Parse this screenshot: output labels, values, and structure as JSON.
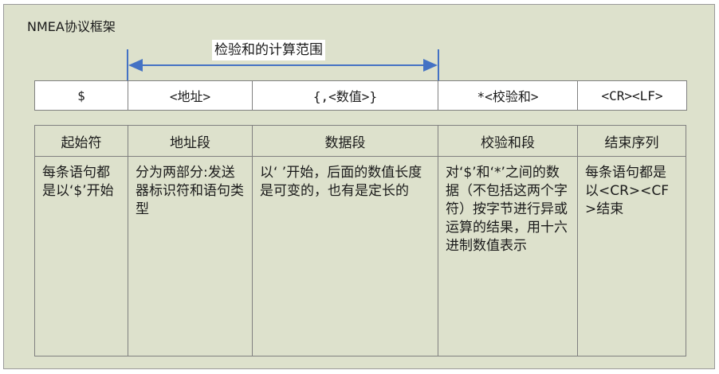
{
  "diagram": {
    "title": "NMEA协议框架",
    "checksum_range_label": "检验和的计算范围",
    "colors": {
      "background": "#dde1cc",
      "arrow": "#4472c4",
      "format_row_bg": "#ffffff",
      "border": "#808080"
    },
    "format_row": [
      {
        "label": "$"
      },
      {
        "label": "<地址>"
      },
      {
        "label": "{,<数值>}"
      },
      {
        "label": "*<校验和>"
      },
      {
        "label": "<CR><LF>"
      }
    ],
    "description_table": {
      "headers": [
        "起始符",
        "地址段",
        "数据段",
        "校验和段",
        "结束序列"
      ],
      "cells": [
        "每条语句都是以‘$’开始",
        "分为两部分:发送器标识符和语句类型",
        "以‘ ’开始，后面的数值长度是可变的，也有是定长的",
        "对‘$’和‘*’之间的数据（不包括这两个字符）按字节进行异或运算的结果，用十六进制数值表示",
        "每条语句都是以<CR><CF>结束"
      ]
    }
  }
}
